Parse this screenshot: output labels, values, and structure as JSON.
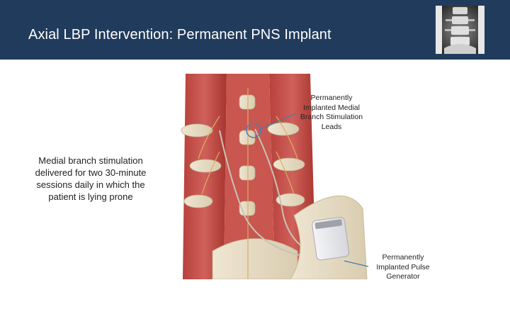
{
  "header": {
    "title": "Axial LBP Intervention: Permanent PNS Implant",
    "background_color": "#213b5c",
    "thumbnail_icon": "spine-xray-thumbnail"
  },
  "illustration": {
    "icon": "lumbar-spine-implant-illustration"
  },
  "callouts": {
    "leads": "Permanently Implanted Medial Branch Stimulation Leads",
    "ipg": "Permanently Implanted Pulse Generator",
    "leader_color": "#3a7ea8"
  },
  "side_note": "Medial branch stimulation delivered for two 30-minute sessions daily in which the patient is lying prone"
}
